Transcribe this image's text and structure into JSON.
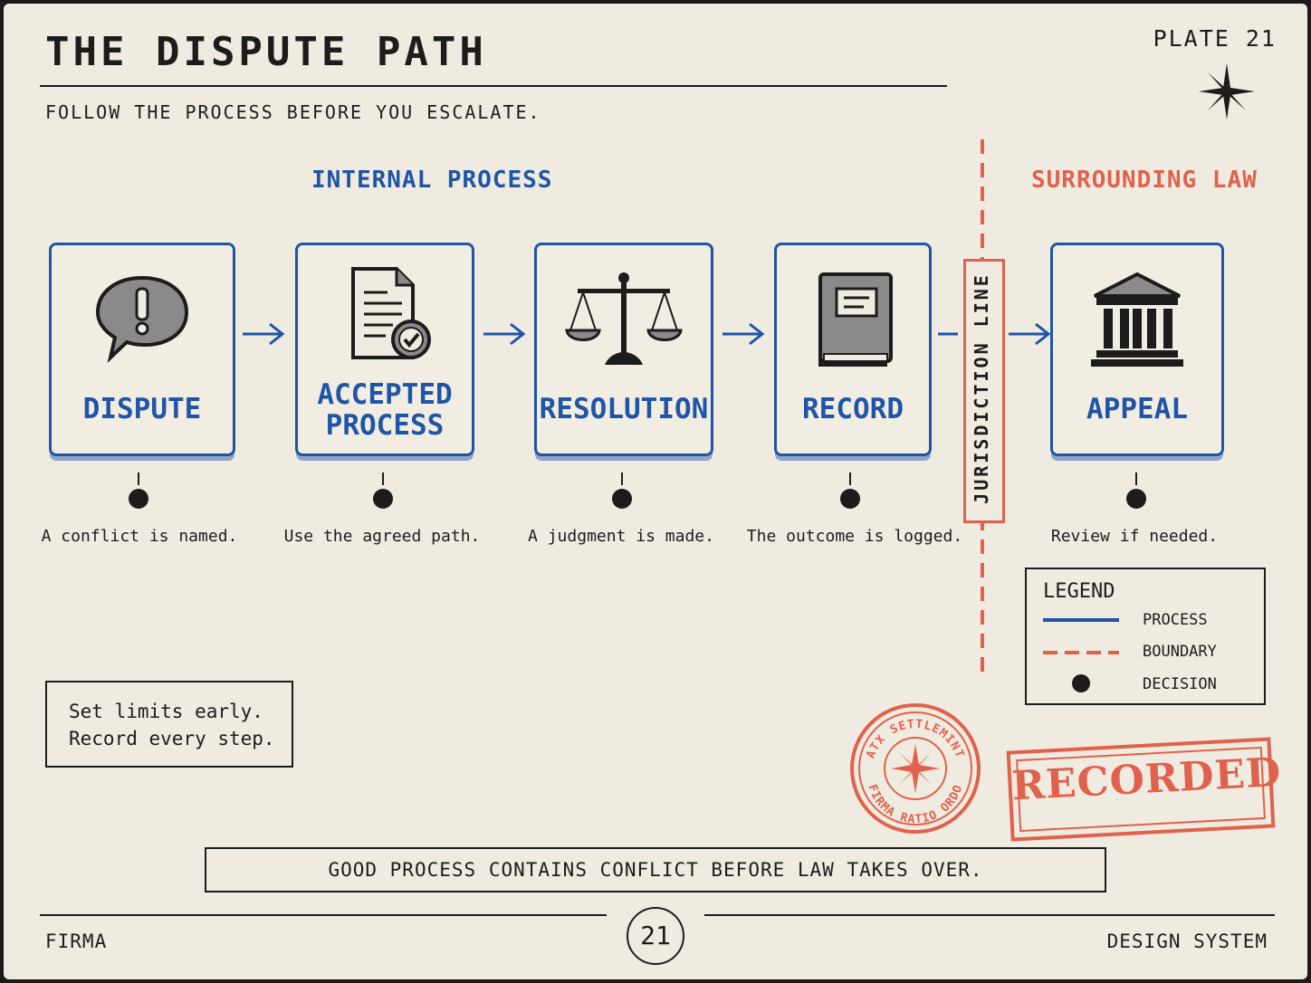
{
  "header": {
    "title": "THE DISPUTE PATH",
    "subtitle": "FOLLOW THE PROCESS BEFORE YOU ESCALATE.",
    "plate": "PLATE 21"
  },
  "sections": {
    "internal": "INTERNAL PROCESS",
    "law": "SURROUNDING LAW"
  },
  "steps": [
    {
      "label_1": "DISPUTE",
      "label_2": "",
      "desc": "A conflict is named.",
      "icon": "speech-bubble-alert-icon"
    },
    {
      "label_1": "ACCEPTED",
      "label_2": "PROCESS",
      "desc": "Use the agreed path.",
      "icon": "document-check-icon"
    },
    {
      "label_1": "RESOLUTION",
      "label_2": "",
      "desc": "A judgment is made.",
      "icon": "scales-icon"
    },
    {
      "label_1": "RECORD",
      "label_2": "",
      "desc": "The outcome is logged.",
      "icon": "book-icon"
    },
    {
      "label_1": "APPEAL",
      "label_2": "",
      "desc": "Review if needed.",
      "icon": "courthouse-icon"
    }
  ],
  "jurisdiction": "JURISDICTION LINE",
  "legend": {
    "title": "LEGEND",
    "process": "PROCESS",
    "boundary": "BOUNDARY",
    "decision": "DECISION"
  },
  "note": {
    "line1": "Set limits early.",
    "line2": "Record every step."
  },
  "seal": {
    "top_text": "ATX SETTLEMINT",
    "bottom_text": "FIRMA RATIO ORDO"
  },
  "stamp": "RECORDED",
  "banner": "GOOD PROCESS CONTAINS CONFLICT BEFORE LAW TAKES OVER.",
  "footer": {
    "left": "FIRMA",
    "page": "21",
    "right": "DESIGN SYSTEM"
  },
  "colors": {
    "process": "#1f55a6",
    "boundary": "#e0624c",
    "ink": "#1c1c1c",
    "paper": "#efebe0"
  }
}
